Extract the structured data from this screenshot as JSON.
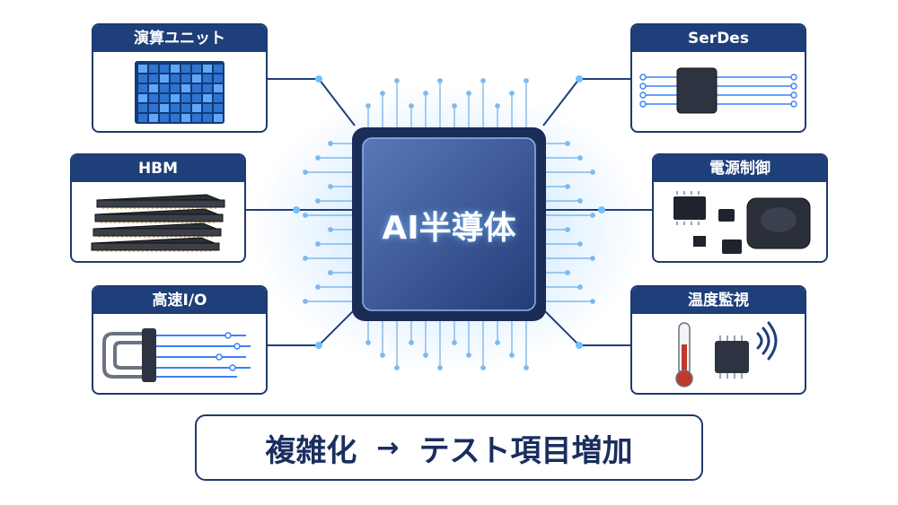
{
  "center": {
    "label": "AI半導体"
  },
  "cards": {
    "compute": {
      "title": "演算ユニット"
    },
    "hbm": {
      "title": "HBM"
    },
    "io": {
      "title": "高速I/O"
    },
    "serdes": {
      "title": "SerDes"
    },
    "power": {
      "title": "電源制御"
    },
    "thermal": {
      "title": "温度監視"
    }
  },
  "banner": {
    "left": "複雑化",
    "arrow": "→",
    "right": "テスト項目増加"
  },
  "colors": {
    "navy": "#1f3f7a",
    "glow": "#4aa8ff",
    "chip": "#3a5590"
  }
}
